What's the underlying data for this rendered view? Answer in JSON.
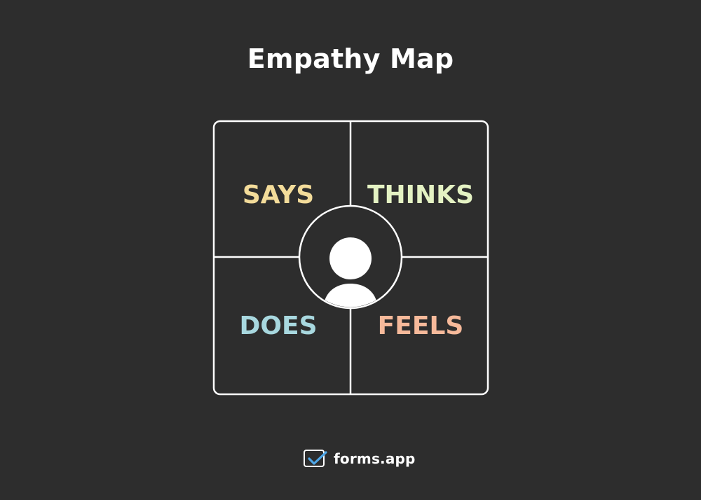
{
  "title": "Empathy Map",
  "quadrants": {
    "says": {
      "label": "SAYS",
      "color": "#f3dc9a"
    },
    "thinks": {
      "label": "THINKS",
      "color": "#e4f2c3"
    },
    "does": {
      "label": "DOES",
      "color": "#a8d8df"
    },
    "feels": {
      "label": "FEELS",
      "color": "#f6b99a"
    }
  },
  "center_icon": "user-avatar-icon",
  "brand": {
    "text": "forms.app",
    "logo_icon": "forms-app-logo-icon",
    "logo_accent": "#4fa7e8"
  },
  "colors": {
    "background": "#2d2d2d",
    "lines": "#ffffff"
  }
}
